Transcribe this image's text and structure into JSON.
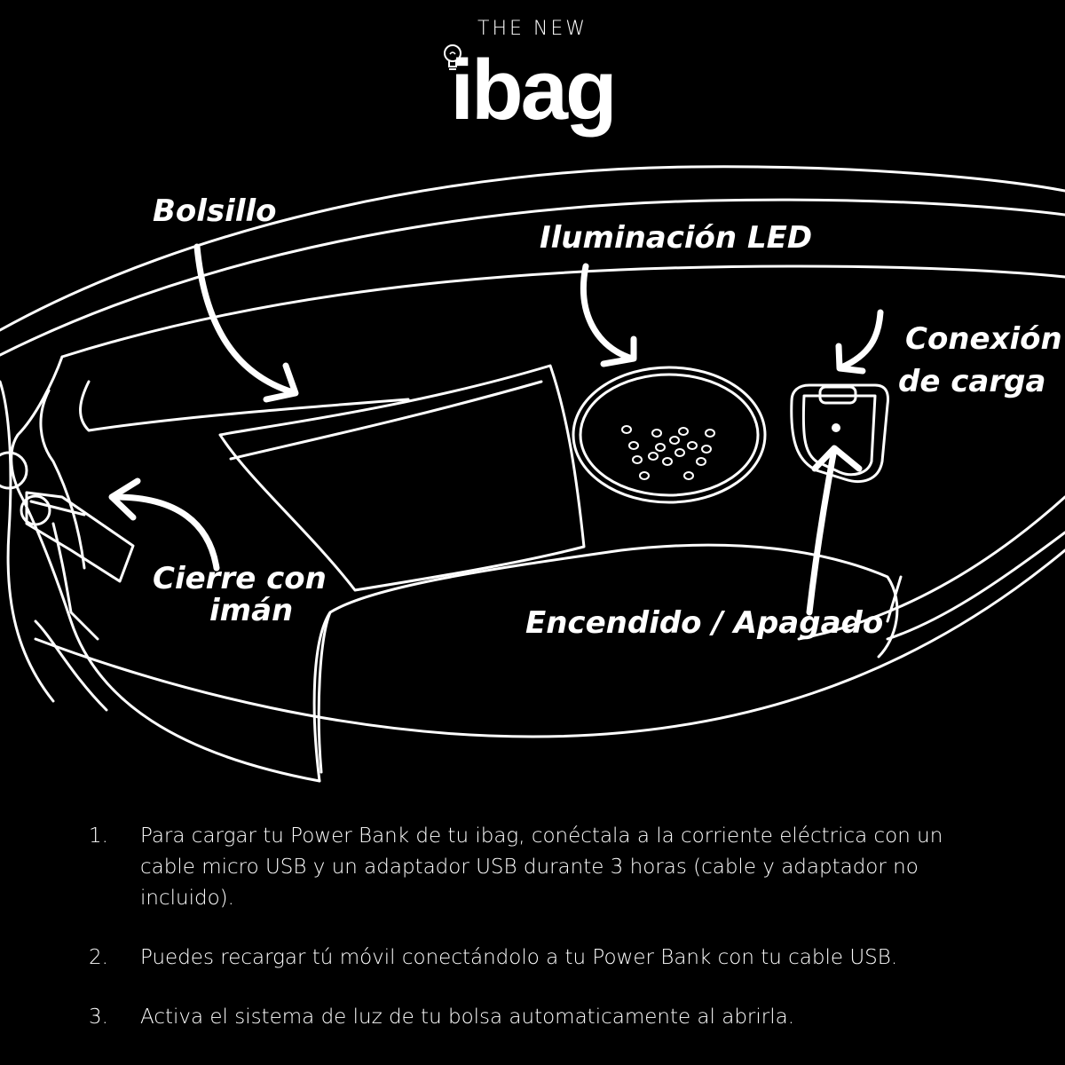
{
  "header": {
    "kicker": "THE NEW",
    "brand": "ibag",
    "brand_icon": "lightbulb-icon"
  },
  "diagram": {
    "line_color": "#ffffff",
    "background": "#000000",
    "callouts": {
      "pocket": "Bolsillo",
      "led": "Iluminación LED",
      "charge_line1": "Conexión",
      "charge_line2": "de carga",
      "closure_line1": "Cierre con",
      "closure_line2": "imán",
      "power": "Encendido / Apagado"
    }
  },
  "steps": [
    {
      "number": "1.",
      "text": "Para cargar tu Power Bank de tu ibag, conéctala a la corriente eléctrica con un cable micro USB y un adaptador USB durante 3 horas (cable y adaptador no incluido)."
    },
    {
      "number": "2.",
      "text": "Puedes recargar tú móvil conectándolo a tu Power Bank con tu cable USB."
    },
    {
      "number": "3.",
      "text": "Activa el sistema de luz de tu bolsa automaticamente al abrirla."
    }
  ]
}
